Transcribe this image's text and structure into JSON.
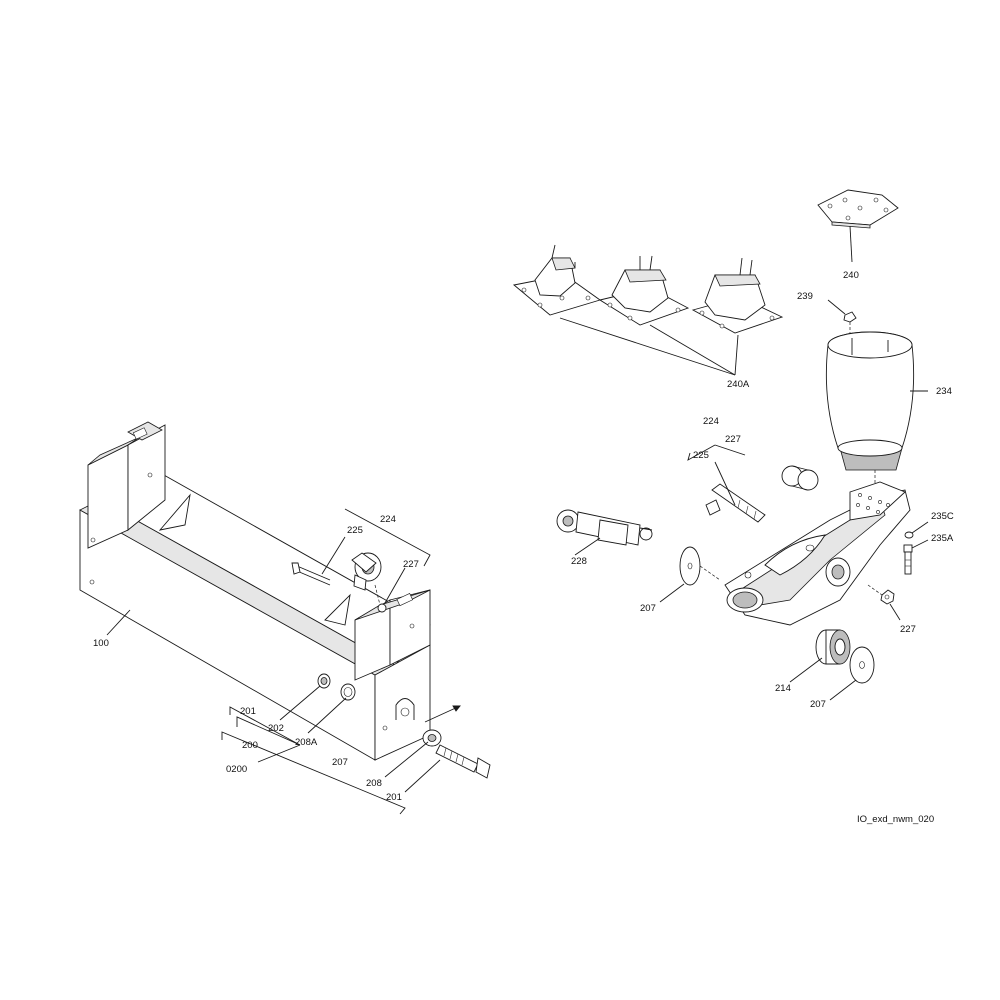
{
  "drawing_ref": "IO_exd_nwm_020",
  "labels": {
    "p100": "100",
    "p201a": "201",
    "p200": "200",
    "p0200": "0200",
    "p202": "202",
    "p208A": "208A",
    "p207a": "207",
    "p208": "208",
    "p201b": "201",
    "p224a": "224",
    "p225a": "225",
    "p227a": "227",
    "p240": "240",
    "p239": "239",
    "p234": "234",
    "p240A": "240A",
    "p224b": "224",
    "p227b": "227",
    "p225b": "225",
    "p228": "228",
    "p207b": "207",
    "p235C": "235C",
    "p235A": "235A",
    "p227c": "227",
    "p214": "214",
    "p207c": "207"
  }
}
